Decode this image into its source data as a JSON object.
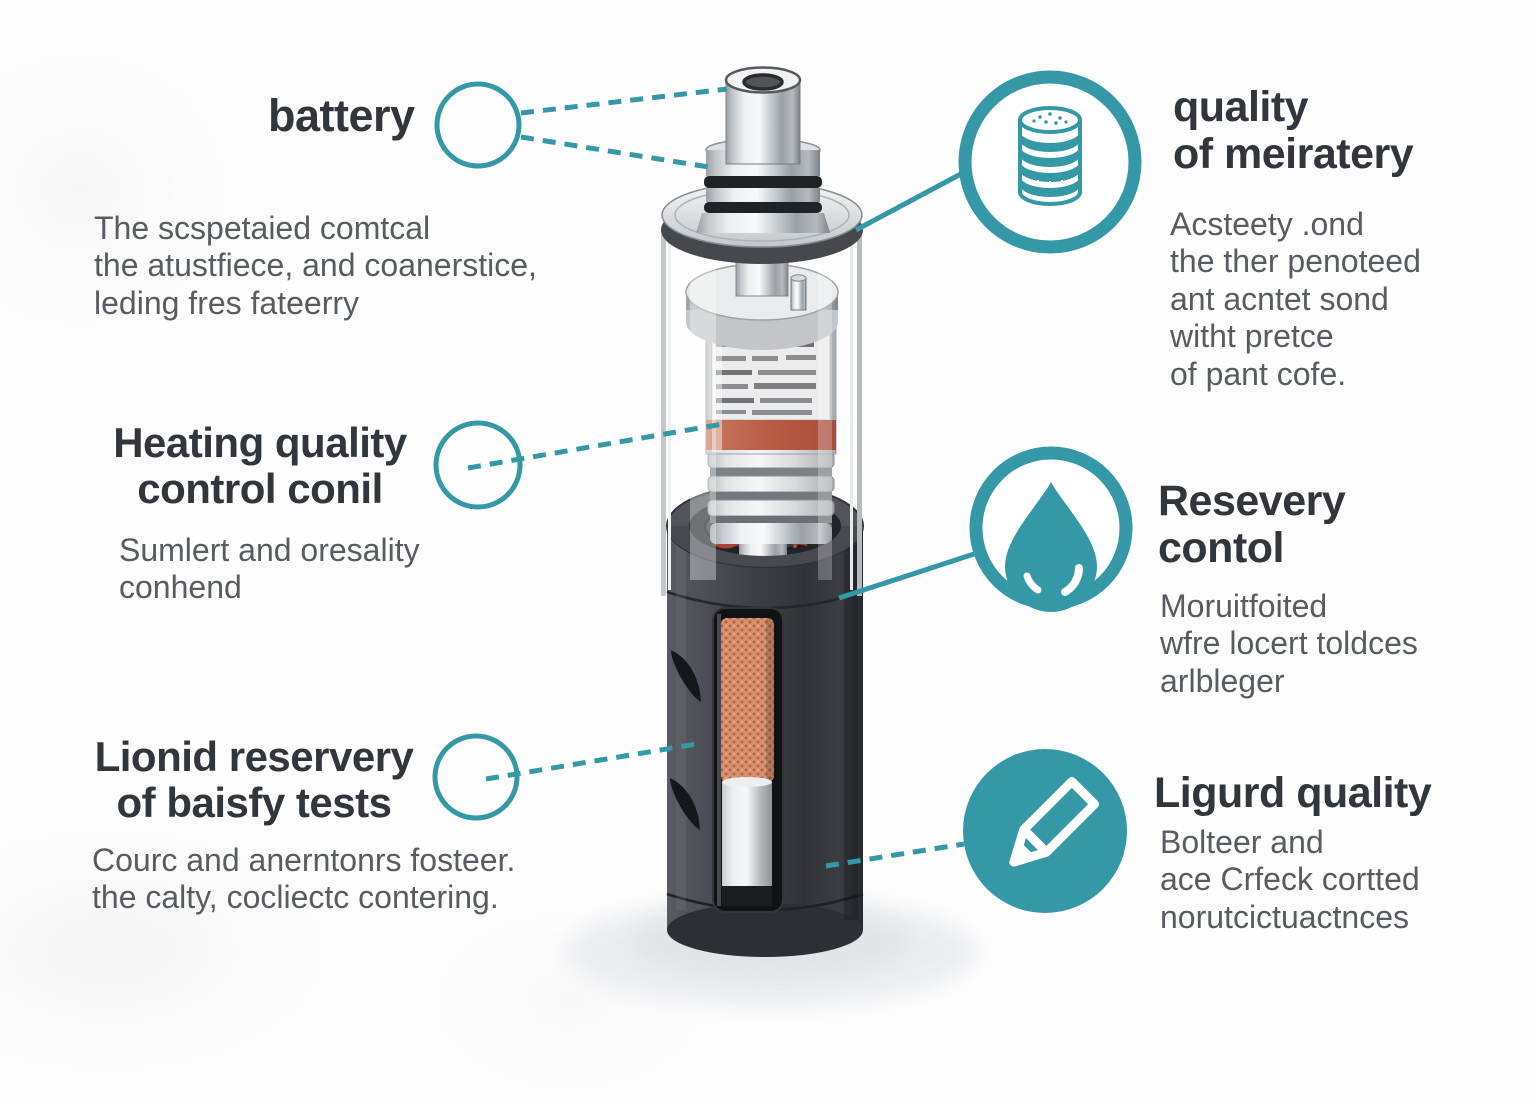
{
  "palette": {
    "accent": "#3598a6",
    "heading_text": "#31363c",
    "body_text": "#575c62",
    "device_dark": "#3a3e44",
    "wick_orange": "#d9916f",
    "band_red": "#b95b45"
  },
  "sections": {
    "left": [
      {
        "id": "battery",
        "title": "battery",
        "body": "The scspetaied comtcal\nthe atustfiece, and coanerstice,\nleding fres fateerry"
      },
      {
        "id": "heating",
        "title": "Heating quality\ncontrol conil",
        "body": "Sumlert and oresality\nconhend"
      },
      {
        "id": "liquid-reservoir",
        "title": "Lionid reservery\nof baisfy tests",
        "body": "Courc and anerntonrs fosteer.\nthe calty, cocliectc contering."
      }
    ],
    "right": [
      {
        "id": "quality",
        "icon": "coil-stack-icon",
        "title": "quality\nof meiratery",
        "body": "Acsteety .ond\nthe ther penoteed\nant acntet sond\nwitht pretce\nof pant cofe."
      },
      {
        "id": "reservoir-control",
        "icon": "droplet-icon",
        "title": "Resevery\ncontol",
        "body": "Moruitfoited\nwfre locert toldces\narlbleger"
      },
      {
        "id": "liquid-quality",
        "icon": "pencil-icon",
        "title": "Ligurd quality",
        "body": "Bolteer and\nace Crfeck cortted\nnorutcictuactnces"
      }
    ]
  }
}
